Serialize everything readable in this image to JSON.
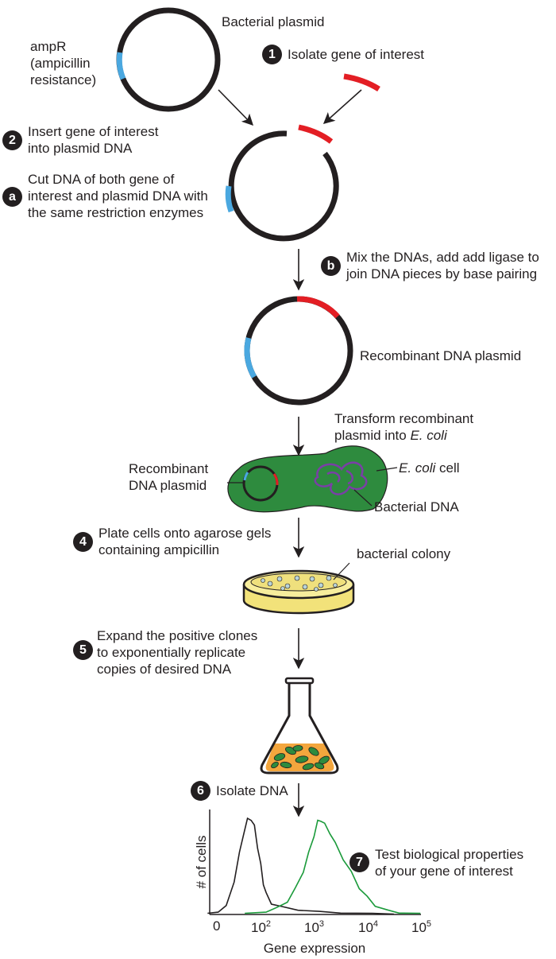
{
  "labels": {
    "bacterial_plasmid": "Bacterial plasmid",
    "ampr": [
      "ampR",
      "(ampicillin",
      "resistance)"
    ],
    "recombinant_plasmid": "Recombinant DNA plasmid",
    "cell_plasmid": [
      "Recombinant",
      "DNA plasmid"
    ],
    "ecoli_cell_italic": "E. coli",
    "ecoli_cell_rest": " cell",
    "bacterial_dna": "Bacterial DNA",
    "bacterial_colony": "bacterial colony"
  },
  "steps": {
    "s1": {
      "badge": "1",
      "lines": [
        "Isolate gene of interest"
      ]
    },
    "s2": {
      "badge": "2",
      "lines": [
        "Insert gene of interest",
        "into plasmid DNA"
      ]
    },
    "sa": {
      "badge": "a",
      "lines": [
        "Cut DNA of both gene of",
        "interest and plasmid DNA with",
        "the same restriction enzymes"
      ]
    },
    "sb": {
      "badge": "b",
      "lines": [
        "Mix the DNAs, add add ligase to",
        "join DNA pieces by base pairing"
      ]
    },
    "s3": {
      "line1": "Transform recombinant",
      "line2_text": "plasmid into ",
      "line2_italic": "E. coli"
    },
    "s4": {
      "badge": "4",
      "lines": [
        "Plate cells onto agarose gels",
        "containing ampicillin"
      ]
    },
    "s5": {
      "badge": "5",
      "lines": [
        "Expand the positive clones",
        "to exponentially replicate",
        "copies of desired DNA"
      ]
    },
    "s6": {
      "badge": "6",
      "lines": [
        "Isolate DNA"
      ]
    },
    "s7": {
      "badge": "7",
      "lines": [
        "Test biological properties",
        "of your gene of interest"
      ]
    }
  },
  "chart_data": {
    "type": "line",
    "xlabel": "Gene expression",
    "ylabel": "# of cells",
    "x_scale": "log",
    "x_ticks": [
      {
        "base": "0",
        "exp": ""
      },
      {
        "base": "10",
        "exp": "2"
      },
      {
        "base": "10",
        "exp": "3"
      },
      {
        "base": "10",
        "exp": "4"
      },
      {
        "base": "10",
        "exp": "5"
      }
    ],
    "series": [
      {
        "color": "#231f20",
        "x": [
          0.9,
          1.1,
          1.25,
          1.4,
          1.5,
          1.58,
          1.65,
          1.72,
          1.78,
          1.84,
          1.9,
          1.95,
          2.0,
          2.1,
          2.3,
          2.6,
          3.0,
          3.4,
          4.0,
          4.4
        ],
        "y": [
          0.0,
          0.02,
          0.08,
          0.35,
          0.62,
          0.85,
          0.97,
          0.99,
          0.9,
          0.7,
          0.5,
          0.32,
          0.2,
          0.12,
          0.07,
          0.04,
          0.02,
          0.01,
          0.0,
          0.0
        ]
      },
      {
        "color": "#1a9a3a",
        "x": [
          1.6,
          2.0,
          2.2,
          2.4,
          2.55,
          2.7,
          2.8,
          2.9,
          2.97,
          3.03,
          3.1,
          3.2,
          3.3,
          3.45,
          3.6,
          3.75,
          3.9,
          4.05,
          4.25,
          4.5,
          4.9
        ],
        "y": [
          0.0,
          0.02,
          0.06,
          0.14,
          0.25,
          0.45,
          0.62,
          0.82,
          0.95,
          0.98,
          0.92,
          0.85,
          0.72,
          0.58,
          0.42,
          0.28,
          0.16,
          0.08,
          0.04,
          0.01,
          0.0
        ]
      }
    ]
  }
}
